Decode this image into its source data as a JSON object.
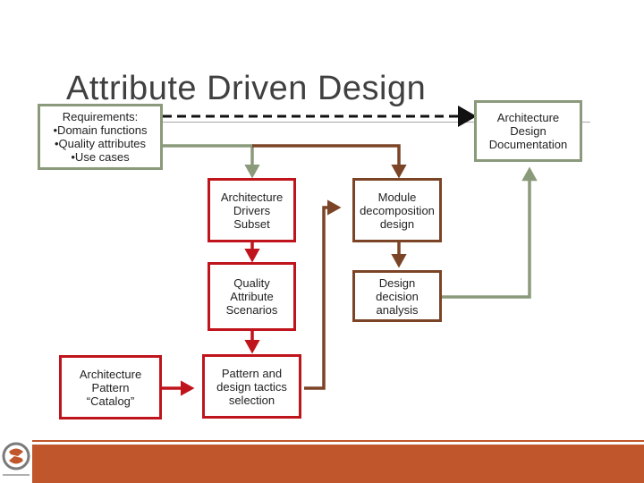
{
  "slide": {
    "title": "Attribute Driven Design"
  },
  "boxes": {
    "requirements": "Requirements:\n•Domain functions\n•Quality attributes\n•Use cases",
    "architecture_design_documentation": "Architecture\nDesign\nDocumentation",
    "architecture_drivers_subset": "Architecture\nDrivers\nSubset",
    "quality_attribute_scenarios": "Quality\nAttribute\nScenarios",
    "pattern_and_design_tactics": "Pattern and\ndesign tactics\nselection",
    "architecture_pattern_catalog": "Architecture\nPattern\n“Catalog”",
    "module_decomposition_design": "Module\ndecomposition\ndesign",
    "design_decision_analysis": "Design\ndecision\nanalysis"
  },
  "colors": {
    "green": "#8a9a7b",
    "red": "#c0141c",
    "brown": "#7b4426",
    "dashed": "#111111",
    "footer": "#c0562c"
  },
  "icons": [
    "company-logo-icon"
  ]
}
